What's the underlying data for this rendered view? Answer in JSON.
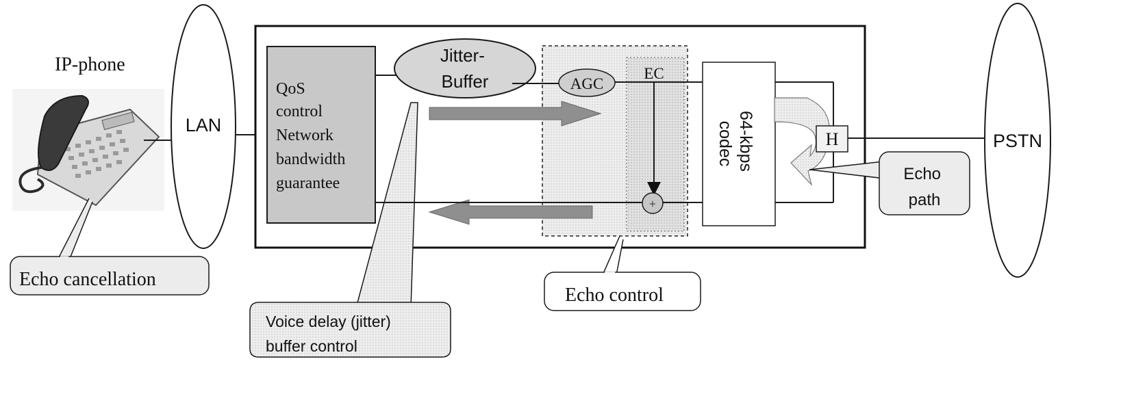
{
  "labels": {
    "ip_phone": "IP-phone",
    "lan": "LAN",
    "qos_lines": [
      "QoS",
      "control",
      "Network",
      "bandwidth",
      "guarantee"
    ],
    "jitter_lines": [
      "Jitter-",
      "Buffer"
    ],
    "agc": "AGC",
    "ec": "EC",
    "plus": "+",
    "codec_lines": [
      "64-kbps",
      "codec"
    ],
    "hybrid": "H",
    "pstn": "PSTN",
    "echo_path_lines": [
      "Echo",
      "path"
    ],
    "echo_cancellation": "Echo cancellation",
    "echo_control": "Echo control",
    "voice_delay_lines": [
      "Voice delay (jitter)",
      "buffer control"
    ]
  },
  "colors": {
    "line": "#1a1a1a",
    "qos_fill": "#c8c8c8",
    "ellipse_fill": "#d6d6d6",
    "callout_fill": "#ececec",
    "dotted_fill": "#ededed",
    "ec_fill": "#e3e3e3",
    "arrow_fill": "#8f8f8f"
  },
  "icons": {
    "phone": "desk-phone-icon",
    "forward_arrow": "arrow-right-icon",
    "return_arrow": "arrow-left-icon",
    "echo_path_arrow": "curved-arrow-icon"
  }
}
